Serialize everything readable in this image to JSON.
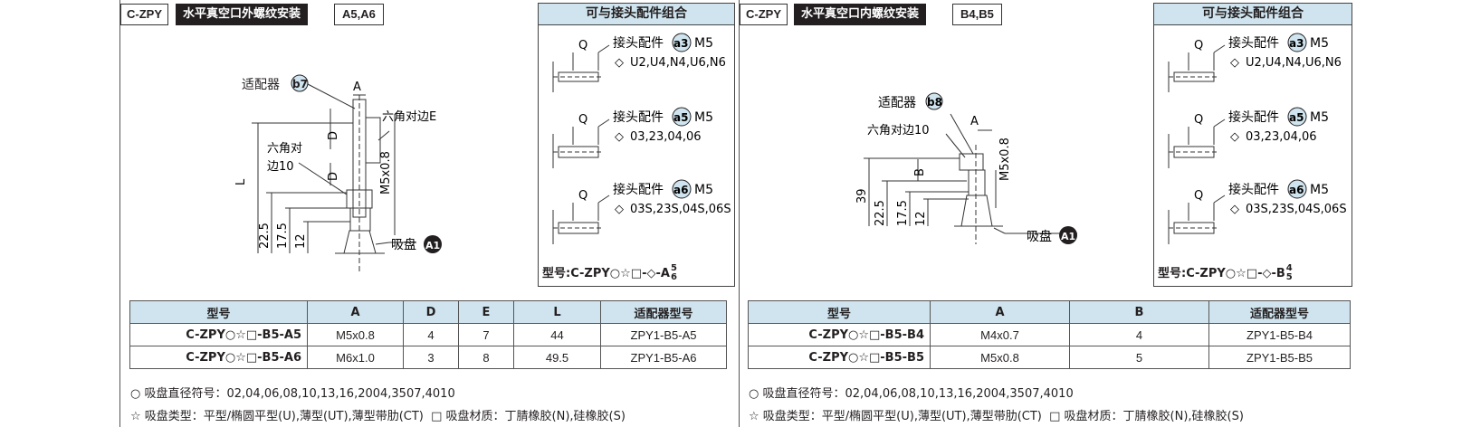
{
  "left": {
    "code": "C-ZPY",
    "title": "水平真空口外螺纹安装",
    "variants": "A5,A6",
    "drawing": {
      "adapter_label": "适配器",
      "adapter_code": "b7",
      "hex_label": "六角对边E",
      "hex10_line1": "六角对",
      "hex10_line2": "边10",
      "pad_label": "吸盘",
      "pad_code": "A1",
      "dim_A": "A",
      "dim_D": "D",
      "dim_L": "L",
      "dim_thread": "M5x0.8",
      "dim_22": "22.5",
      "dim_17": "17.5",
      "dim_12": "12"
    },
    "combo": {
      "title": "可与接头配件组合",
      "items": [
        {
          "label": "接头配件",
          "code": "a3",
          "thread": "M5",
          "options": "U2,U4,N4,U6,N6"
        },
        {
          "label": "接头配件",
          "code": "a5",
          "thread": "M5",
          "options": "03,23,04,06"
        },
        {
          "label": "接头配件",
          "code": "a6",
          "thread": "M5",
          "options": "03S,23S,04S,06S"
        }
      ],
      "q_label": "Q",
      "model_prefix": "型号:C-ZPY○☆□-◇-A",
      "model_frac_top": "5",
      "model_frac_bottom": "6"
    },
    "table": {
      "headers": [
        "型号",
        "A",
        "D",
        "E",
        "L",
        "适配器型号"
      ],
      "rows": [
        [
          "C-ZPY○☆□-B5-A5",
          "M5x0.8",
          "4",
          "7",
          "44",
          "ZPY1-B5-A5"
        ],
        [
          "C-ZPY○☆□-B5-A6",
          "M6x1.0",
          "3",
          "8",
          "49.5",
          "ZPY1-B5-A6"
        ]
      ]
    },
    "note1": "○ 吸盘直径符号：02,04,06,08,10,13,16,2004,3507,4010",
    "note2": "☆ 吸盘类型：平型/椭圆平型(U),薄型(UT),薄型带肋(CT)",
    "note3": "□ 吸盘材质：丁腈橡胶(N),硅橡胶(S)"
  },
  "right": {
    "code": "C-ZPY",
    "title": "水平真空口内螺纹安装",
    "variants": "B4,B5",
    "drawing": {
      "adapter_label": "适配器",
      "adapter_code": "b8",
      "hex10_label": "六角对边10",
      "pad_label": "吸盘",
      "pad_code": "A1",
      "dim_A": "A",
      "dim_B": "B",
      "dim_thread": "M5x0.8",
      "dim_39": "39",
      "dim_22": "22.5",
      "dim_17": "17.5",
      "dim_12": "12"
    },
    "combo": {
      "title": "可与接头配件组合",
      "items": [
        {
          "label": "接头配件",
          "code": "a3",
          "thread": "M5",
          "options": "U2,U4,N4,U6,N6"
        },
        {
          "label": "接头配件",
          "code": "a5",
          "thread": "M5",
          "options": "03,23,04,06"
        },
        {
          "label": "接头配件",
          "code": "a6",
          "thread": "M5",
          "options": "03S,23S,04S,06S"
        }
      ],
      "q_label": "Q",
      "model_prefix": "型号:C-ZPY○☆□-◇-B",
      "model_frac_top": "4",
      "model_frac_bottom": "5"
    },
    "table": {
      "headers": [
        "型号",
        "A",
        "B",
        "适配器型号"
      ],
      "rows": [
        [
          "C-ZPY○☆□-B5-B4",
          "M4x0.7",
          "4",
          "ZPY1-B5-B4"
        ],
        [
          "C-ZPY○☆□-B5-B5",
          "M5x0.8",
          "5",
          "ZPY1-B5-B5"
        ]
      ]
    },
    "note1": "○ 吸盘直径符号：02,04,06,08,10,13,16,2004,3507,4010",
    "note2": "☆ 吸盘类型：平型/椭圆平型(U),薄型(UT),薄型带肋(CT)",
    "note3": "□ 吸盘材质：丁腈橡胶(N),硅橡胶(S)"
  },
  "colors": {
    "header_fill": "#cfe4ee",
    "title_fill": "#231f20",
    "line": "#555555"
  }
}
